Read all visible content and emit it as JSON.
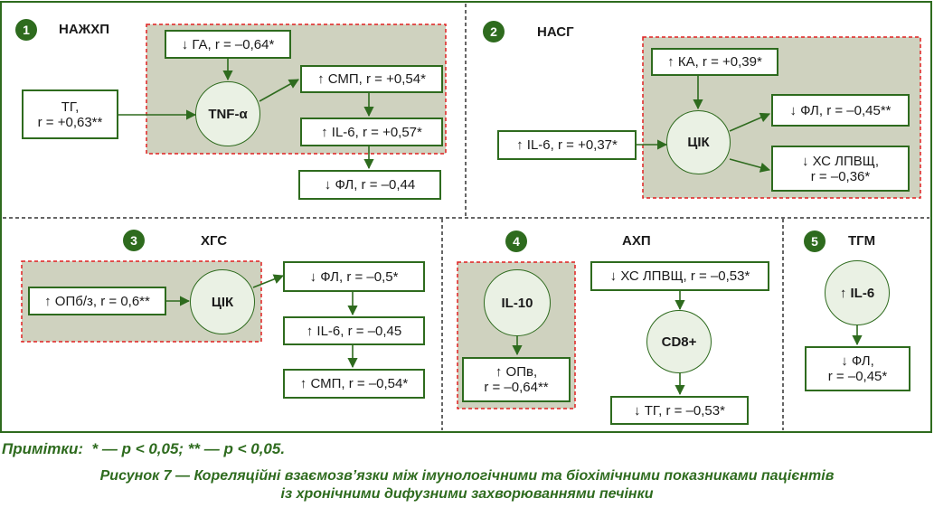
{
  "colors": {
    "frame": "#2e6b1e",
    "shade": "#cfd2bf",
    "dashed": "#e02020",
    "circle": "#eaf1e4"
  },
  "panel1": {
    "number": "1",
    "title": "НАЖХП",
    "tg_line1": "ТГ,",
    "tg_line2": "r = +0,63**",
    "ga": "↓ ГА, r = –0,64*",
    "tnf": "TNF-α",
    "smp": "↑ СМП, r = +0,54*",
    "il6": "↑ IL-6, r = +0,57*",
    "fl": "↓ ФЛ, r = –0,44"
  },
  "panel2": {
    "number": "2",
    "title": "НАСГ",
    "ka": "↑ КА, r = +0,39*",
    "il6": "↑ IL-6, r = +0,37*",
    "cik": "ЦІК",
    "fl": "↓ ФЛ, r = –0,45**",
    "hs_line1": "↓ ХС ЛПВЩ,",
    "hs_line2": "r = –0,36*"
  },
  "panel3": {
    "number": "3",
    "title": "ХГС",
    "op": "↑ ОПб/з, r = 0,6**",
    "cik": "ЦІК",
    "fl": "↓ ФЛ, r = –0,5*",
    "il6": "↑ IL-6, r = –0,45",
    "smp": "↑ СМП, r = –0,54*"
  },
  "panel4": {
    "number": "4",
    "title": "АХП",
    "il10": "IL-10",
    "op_line1": "↑ ОПв,",
    "op_line2": "r = –0,64**",
    "hs": "↓ ХС ЛПВЩ, r = –0,53*",
    "cd8": "CD8+",
    "tg": "↓ ТГ, r = –0,53*"
  },
  "panel5": {
    "number": "5",
    "title": "ТГМ",
    "il6": "↑ IL-6",
    "fl_line1": "↓ ФЛ,",
    "fl_line2": "r = –0,45*"
  },
  "notes": "Примітки:  * — p < 0,05; ** — p < 0,05.",
  "caption_line1": "Рисунок 7 — Кореляційні взаємозв’язки між імунологічними та біохімічними показниками пацієнтів",
  "caption_line2": "із хронічними дифузними захворюваннями печінки"
}
